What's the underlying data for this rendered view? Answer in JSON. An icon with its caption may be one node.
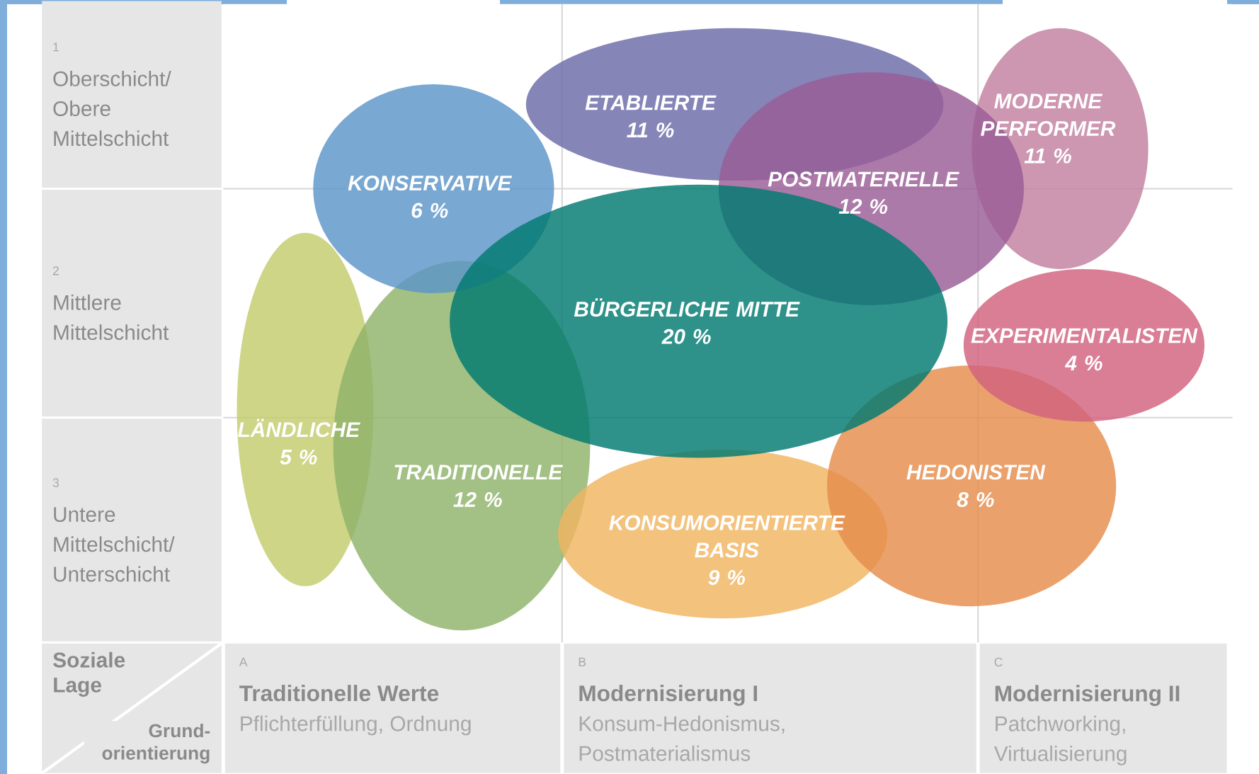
{
  "diagram": {
    "nodes": [
      {
        "text": [
          "1",
          "Oberschicht/ Obere Mittelschicht"
        ]
      },
      {
        "text": [
          "2",
          "Mittlere Mittelschicht"
        ]
      },
      {
        "text": [
          "3",
          "Untere Mittelschicht/ Unterschicht"
        ]
      },
      {
        "text": [
          "Soziale Lage",
          "Grund- orientierung"
        ]
      },
      {
        "text": [
          "A",
          "Traditionelle Werte",
          "Pflichterfüllung, Ordnung"
        ]
      },
      {
        "text": [
          "B",
          "Modernisierung I",
          "Konsum-Hedonismus, Postmaterialismus"
        ]
      },
      {
        "text": [
          "C",
          "Modernisierung II",
          "Patchworking, Virtualisierung"
        ]
      },
      {
        "text": [
          "LÄNDLICHE",
          "5 %"
        ]
      },
      {
        "text": [
          "TRADITIONELLE",
          "12 %"
        ]
      },
      {
        "text": [
          "KONSERVATIVE",
          "6 %"
        ]
      },
      {
        "text": [
          "KONSUMORIENTIERTE BASIS",
          "9 %"
        ]
      },
      {
        "text": [
          "HEDONISTEN",
          "8 %"
        ]
      },
      {
        "text": [
          "ETABLIERTE",
          "11 %"
        ]
      },
      {
        "text": [
          "MODERNE PERFORMER",
          "11 %"
        ]
      },
      {
        "text": [
          "POSTMATERIELLE",
          "12 %"
        ]
      },
      {
        "text": [
          "EXPERIMENTALISTEN",
          "4 %"
        ]
      },
      {
        "text": [
          "BÜRGERLICHE MITTE",
          "20 %"
        ]
      }
    ],
    "edges": []
  }
}
